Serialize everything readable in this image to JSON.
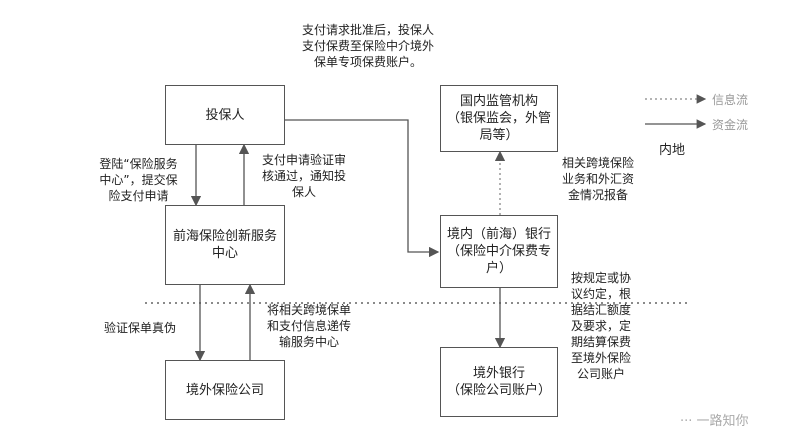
{
  "boxes": {
    "policyholder": "投保人",
    "innovation_center": "前海保险创新服务\n中心",
    "overseas_insurer": "境外保险公司",
    "regulator": "国内监管机构\n（银保监会，外管\n局等）",
    "domestic_bank": "境内（前海）银行\n（保险中介保费专\n户）",
    "overseas_bank": "境外银行\n（保险公司账户）"
  },
  "notes": {
    "top_payment": "支付请求批准后，投保人\n支付保费至保险中介境外\n保单专项保费账户。",
    "login_submit": "登陆“保险服务\n中心”，提交保\n险支付申请",
    "verify_notify": "支付申请验证审\n核通过，通知投\n保人",
    "verify_policy": "验证保单真伪",
    "transfer_info": "将相关跨境保单\n和支付信息递传\n输服务中心",
    "report": "相关跨境保险\n业务和外汇资\n金情况报备",
    "settle": "按规定或协\n议约定，根\n据结汇额度\n及要求，定\n期结算保费\n至境外保险\n公司账户",
    "mainland": "内地"
  },
  "legend": {
    "info_flow": "信息流",
    "fund_flow": "资金流"
  },
  "watermark": "··· 一路知你"
}
